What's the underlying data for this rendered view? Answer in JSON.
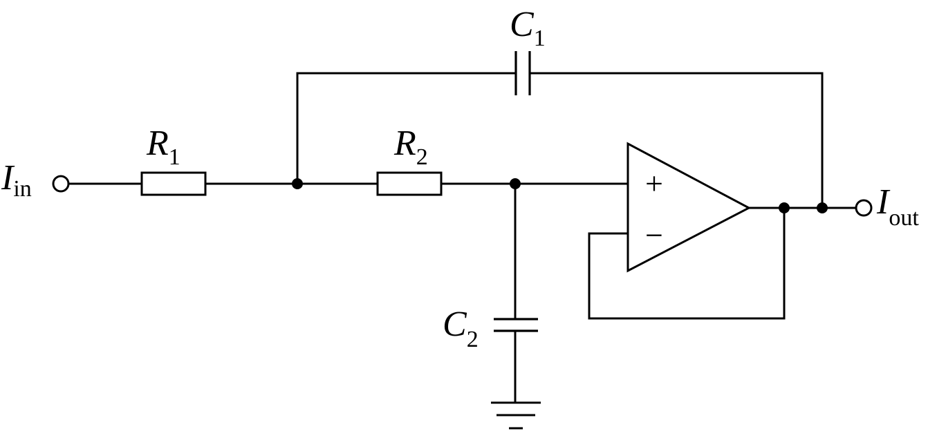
{
  "labels": {
    "input": {
      "main": "I",
      "sub": "in"
    },
    "output": {
      "main": "I",
      "sub": "out"
    },
    "r1": {
      "main": "R",
      "sub": "1"
    },
    "r2": {
      "main": "R",
      "sub": "2"
    },
    "c1": {
      "main": "C",
      "sub": "1"
    },
    "c2": {
      "main": "C",
      "sub": "2"
    }
  },
  "opamp": {
    "plus": "+",
    "minus": "−"
  }
}
